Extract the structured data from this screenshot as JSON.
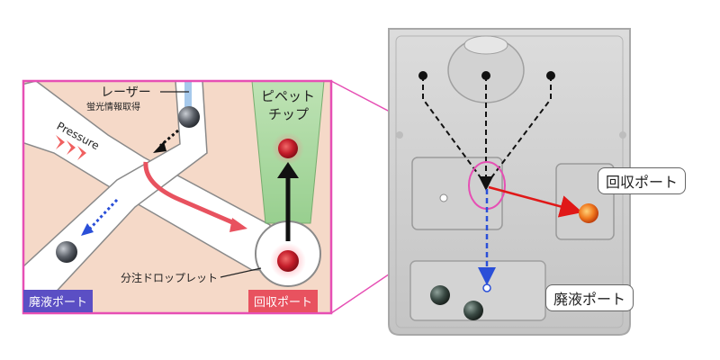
{
  "zoom_panel": {
    "laser_label": "レーザー",
    "laser_sublabel": "蛍光情報取得",
    "pressure_label": "Pressure",
    "pipette_label_line1": "ピペット",
    "pipette_label_line2": "チップ",
    "droplet_label": "分注ドロップレット",
    "waste_port_tag": "廃液ポート",
    "recovery_port_tag": "回収ポート"
  },
  "device": {
    "recovery_port_callout": "回収ポート",
    "waste_port_callout": "廃液ポート"
  },
  "colors": {
    "panel_border": "#e64fb4",
    "channel_wall": "#f5d9c8",
    "waste_tag": "#5b4fc4",
    "recovery_tag": "#e8525f",
    "recovery_arrow": "#e01818",
    "waste_arrow": "#2a4fd8",
    "pipette_green": "#9fd79a"
  }
}
